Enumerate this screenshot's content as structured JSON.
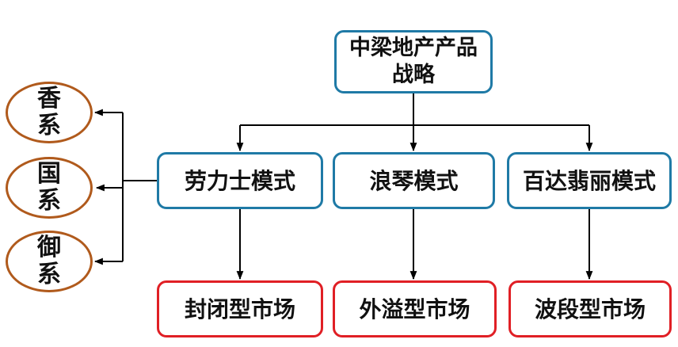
{
  "colors": {
    "strategy_border": "#1f7aa6",
    "market_border": "#e01f25",
    "series_border": "#b05a1c",
    "connector": "#000000"
  },
  "root": {
    "label": "中梁地产产品战略",
    "lines": [
      "中梁地产产品",
      "战略"
    ]
  },
  "modes": [
    {
      "label": "劳力士模式"
    },
    {
      "label": "浪琴模式"
    },
    {
      "label": "百达翡丽模式"
    }
  ],
  "markets": [
    {
      "label": "封闭型市场"
    },
    {
      "label": "外溢型市场"
    },
    {
      "label": "波段型市场"
    }
  ],
  "series": [
    {
      "label": "香系"
    },
    {
      "label": "国系"
    },
    {
      "label": "御系"
    }
  ]
}
